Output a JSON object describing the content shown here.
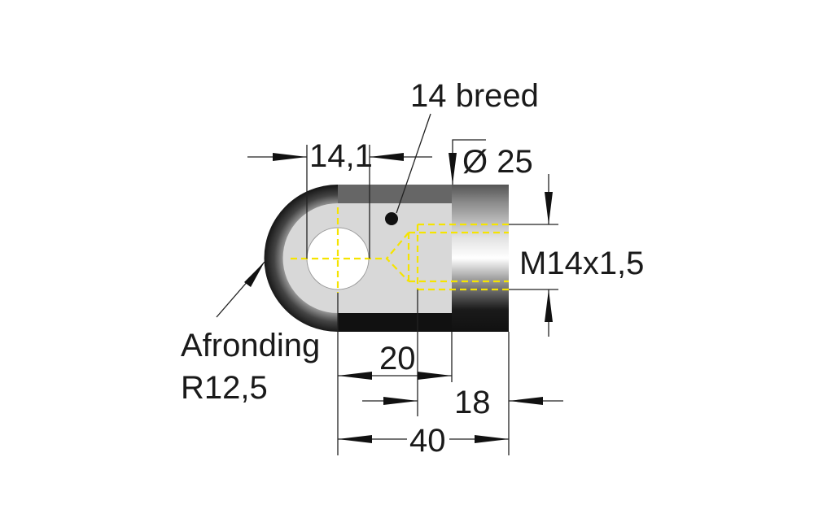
{
  "labels": {
    "width_label": "14 breed",
    "hole_offset": "14,1",
    "diameter": "Ø 25",
    "thread": "M14x1,5",
    "rounding_line1": "Afronding",
    "rounding_line2": "R12,5",
    "dim_20": "20",
    "dim_18": "18",
    "dim_40": "40"
  },
  "colors": {
    "centerlines": "#f5e400",
    "body": "#1a1a1a",
    "face": "#d8d8d8"
  }
}
